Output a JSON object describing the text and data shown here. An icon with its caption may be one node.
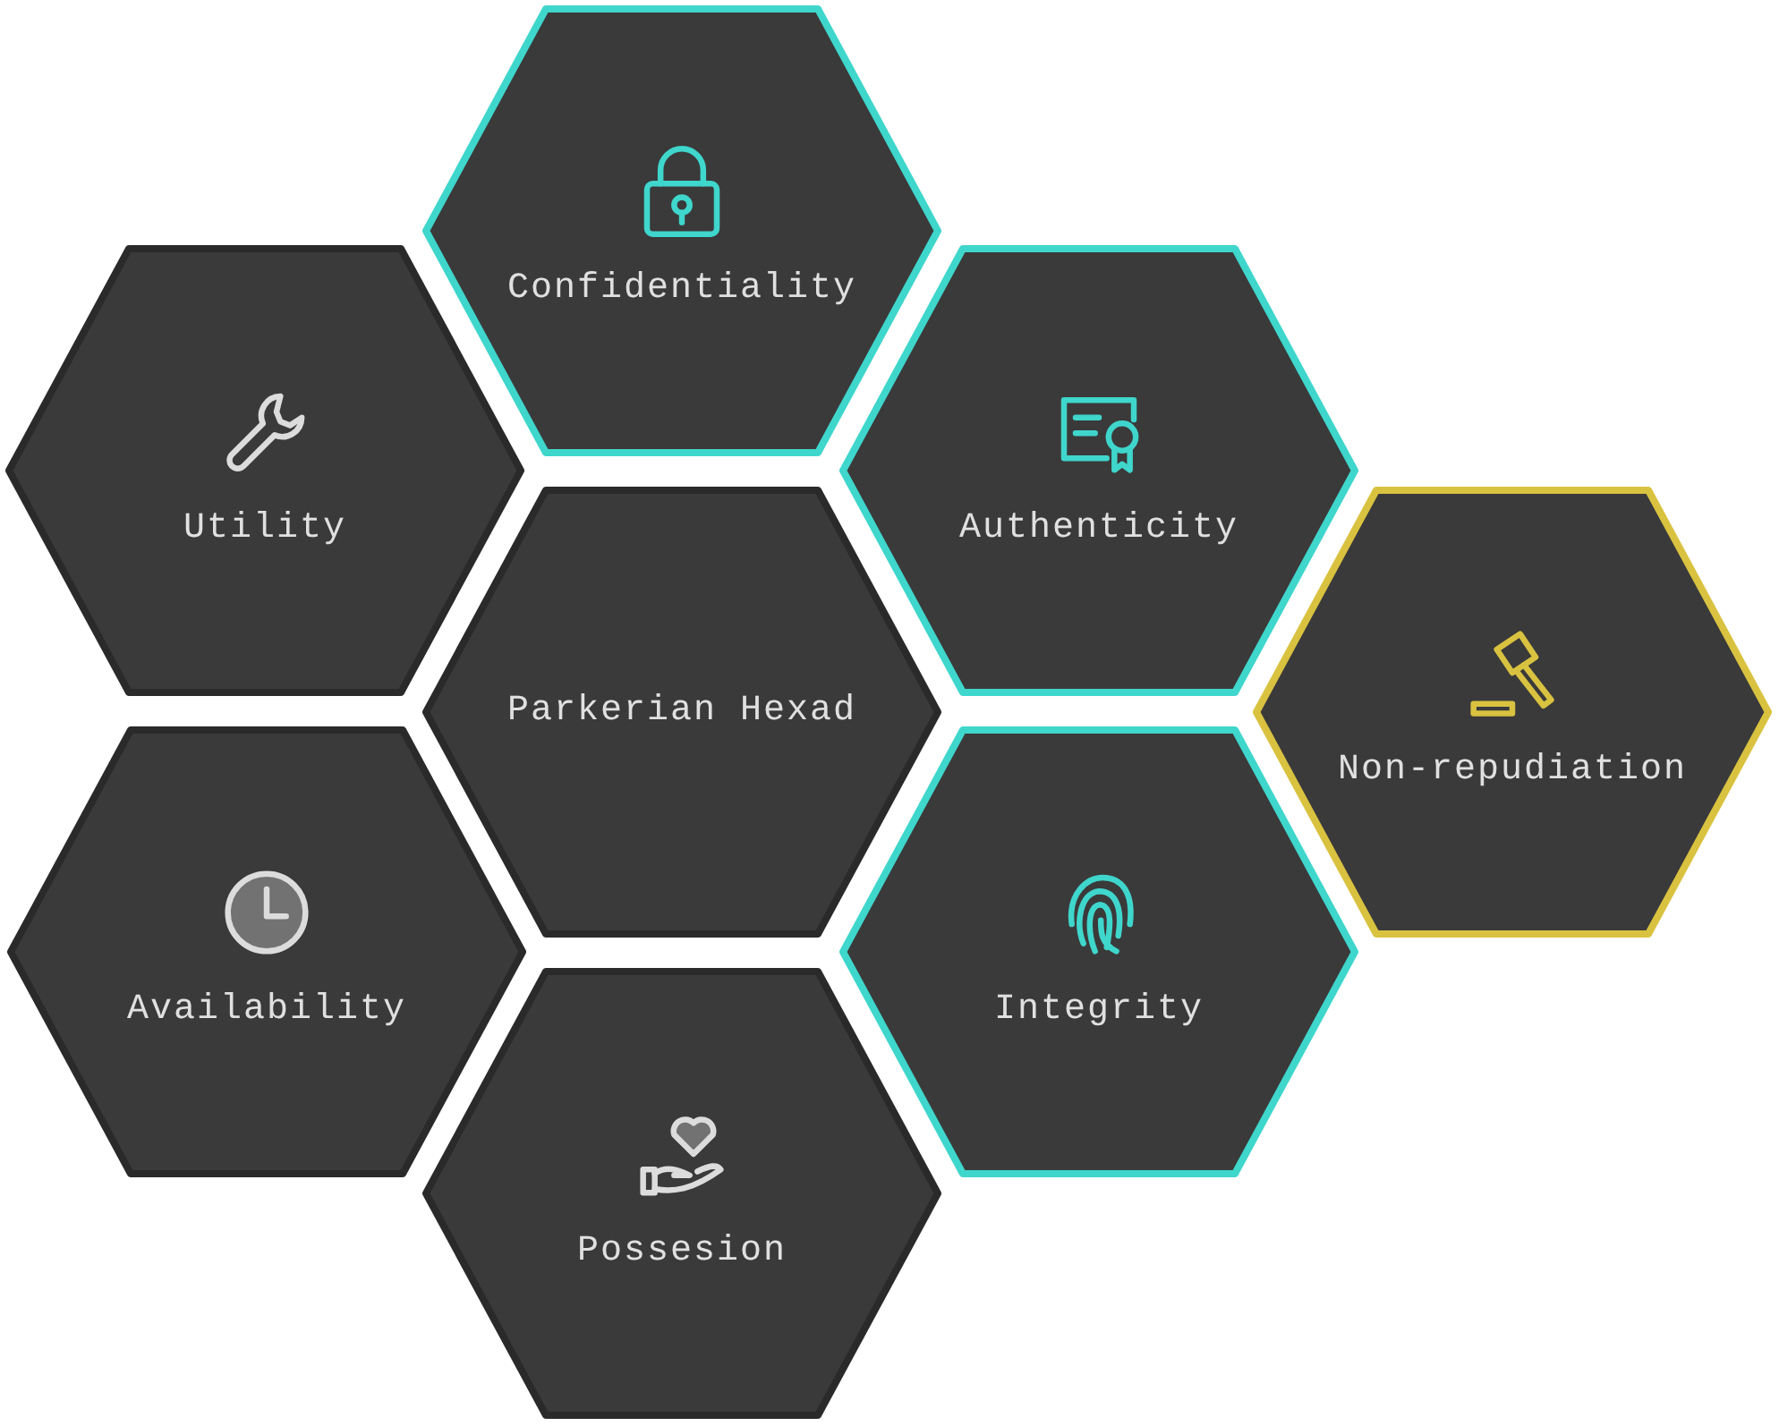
{
  "diagram": {
    "nodes": [
      {
        "text": [
          "Confidentiality"
        ]
      },
      {
        "text": [
          "Utility"
        ]
      },
      {
        "text": [
          "Authenticity"
        ]
      },
      {
        "text": [
          "Parkerian Hexad"
        ]
      },
      {
        "text": [
          "Non-repudiation"
        ]
      },
      {
        "text": [
          "Availability"
        ]
      },
      {
        "text": [
          "Integrity"
        ]
      },
      {
        "text": [
          "Possesion"
        ]
      }
    ]
  }
}
